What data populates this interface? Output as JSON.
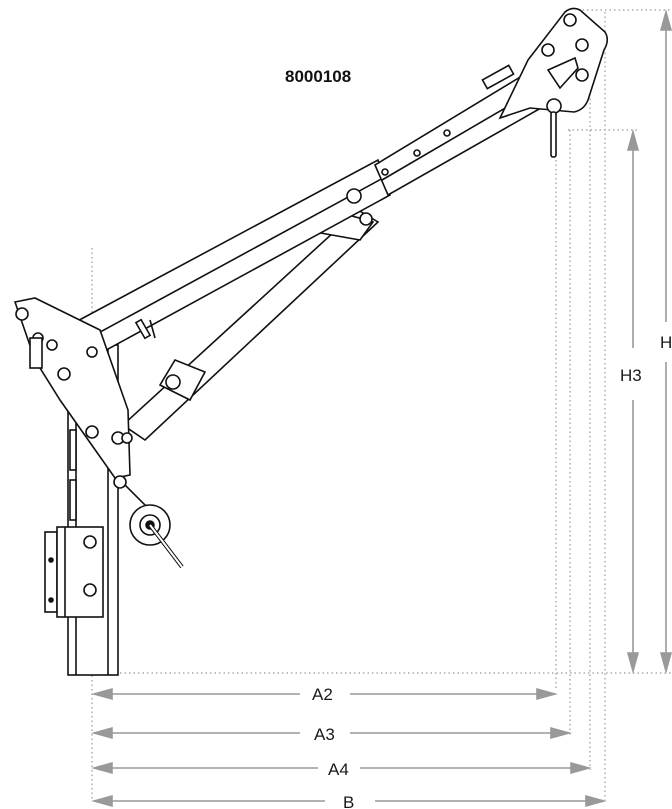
{
  "diagram": {
    "model_number": "8000108",
    "dimensions": {
      "a2": "A2",
      "a3": "A3",
      "a4": "A4",
      "b": "B",
      "h3": "H3",
      "h": "H"
    },
    "colors": {
      "line": "#111111",
      "dimension": "#999999",
      "dotted": "#9a9a9a"
    }
  }
}
